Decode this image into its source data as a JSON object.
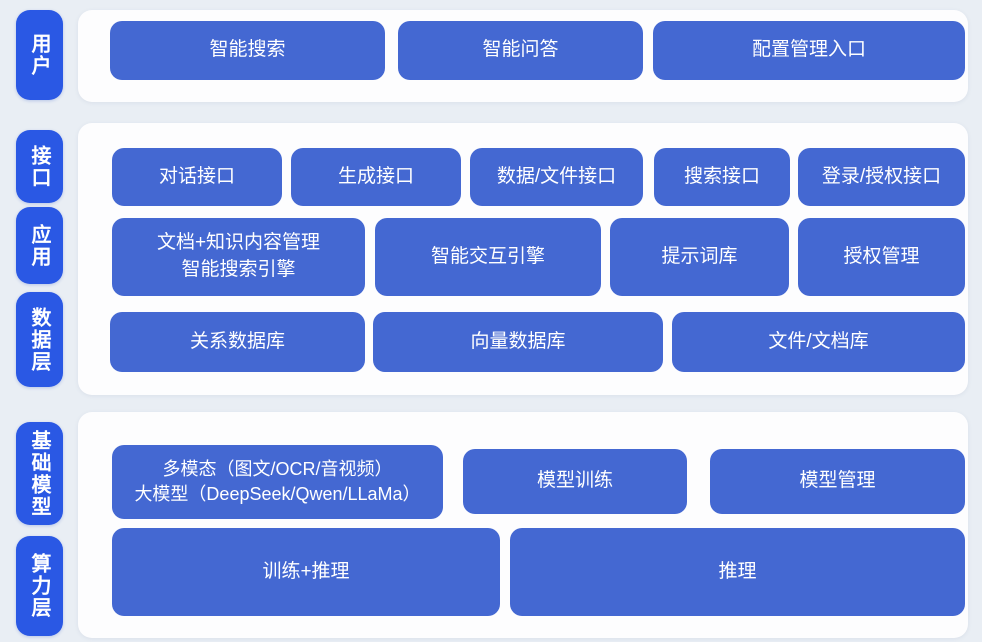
{
  "colors": {
    "page_background": "#e9eef4",
    "card_background": "#fdfdfe",
    "box_blue": "#4468d2",
    "rail_blue": "#2a58e4",
    "text_white": "#ffffff"
  },
  "layers": {
    "user": {
      "label": "用户",
      "items": [
        "智能搜索",
        "智能问答",
        "配置管理入口"
      ]
    },
    "interface": {
      "label": "接口",
      "items": [
        "对话接口",
        "生成接口",
        "数据/文件接口",
        "搜索接口",
        "登录/授权接口"
      ]
    },
    "application": {
      "label": "应用",
      "items": [
        [
          "文档+知识内容管理",
          "智能搜索引擎"
        ],
        "智能交互引擎",
        "提示词库",
        "授权管理"
      ]
    },
    "data": {
      "label": "数据层",
      "items": [
        "关系数据库",
        "向量数据库",
        "文件/文档库"
      ]
    },
    "foundation": {
      "label": "基础模型",
      "items": [
        [
          "多模态（图文/OCR/音视频）",
          "大模型（DeepSeek/Qwen/LLaMa）"
        ],
        "模型训练",
        "模型管理"
      ]
    },
    "compute": {
      "label": "算力层",
      "items": [
        "训练+推理",
        "推理"
      ]
    }
  }
}
